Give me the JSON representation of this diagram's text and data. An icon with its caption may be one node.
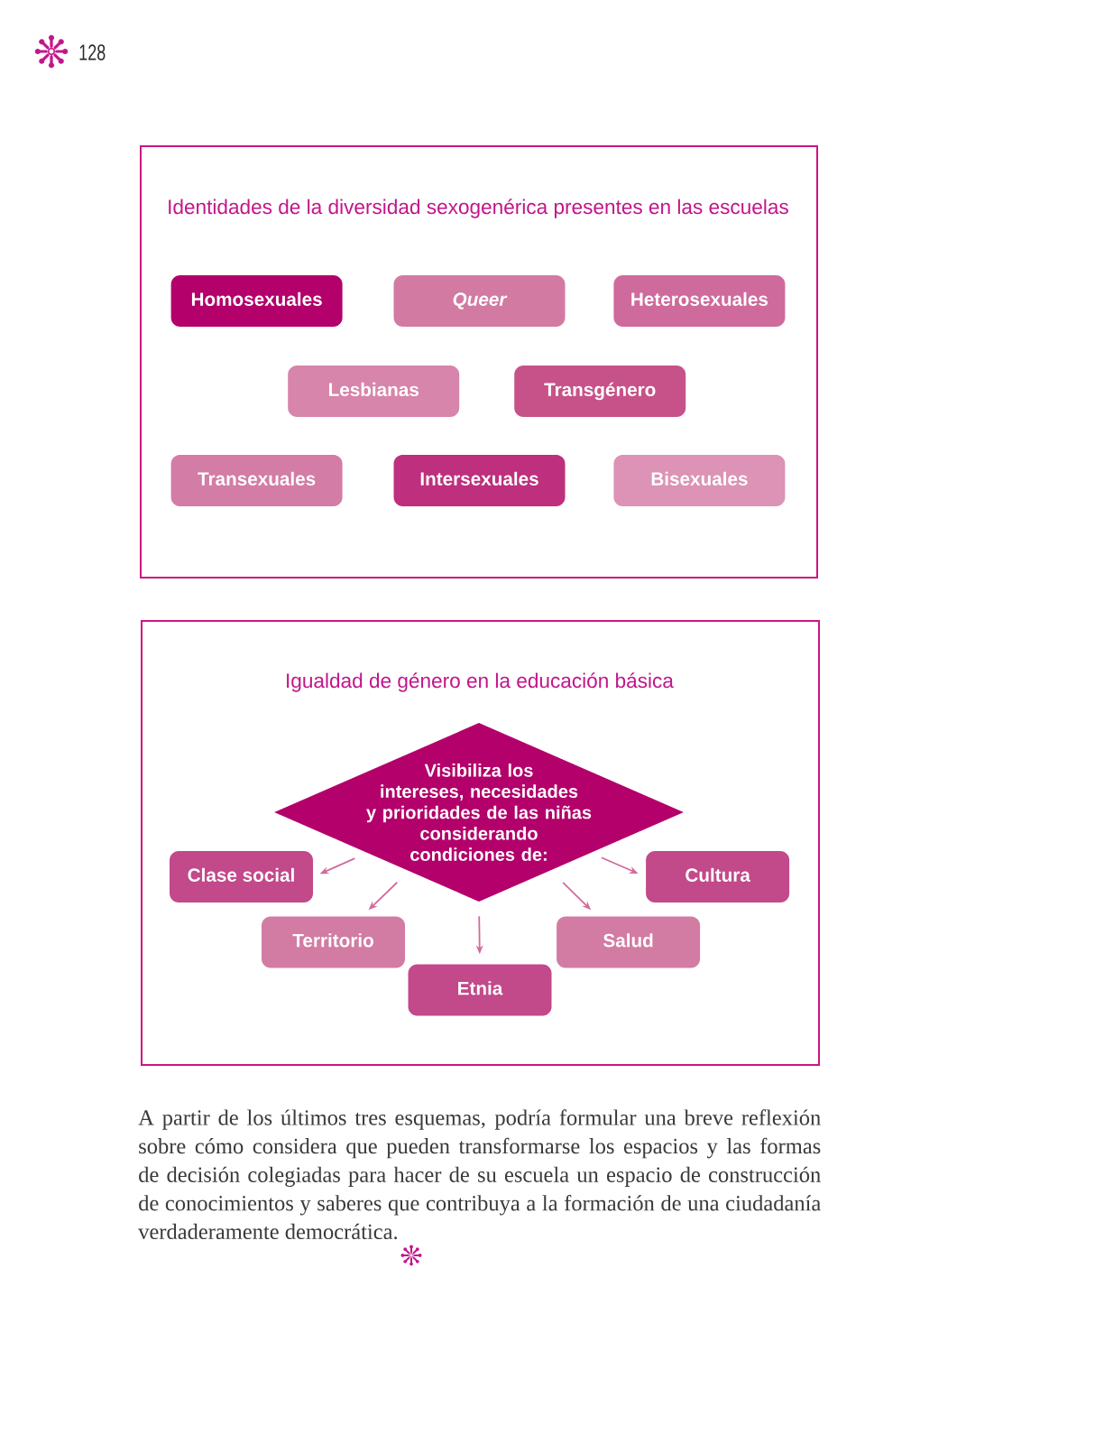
{
  "diagram": {
    "nodes": [
      {
        "text": [
          "Identidades de la diversidad sexogenérica presentes en las escuelas"
        ]
      },
      {
        "text": [
          "Homosexuales"
        ],
        "in": 0
      },
      {
        "text": [
          "Queer"
        ],
        "in": 0
      },
      {
        "text": [
          "Heterosexuales"
        ],
        "in": 0
      },
      {
        "text": [
          "Lesbianas"
        ],
        "in": 0
      },
      {
        "text": [
          "Transgénero"
        ],
        "in": 0
      },
      {
        "text": [
          "Transexuales"
        ],
        "in": 0
      },
      {
        "text": [
          "Intersexuales"
        ],
        "in": 0
      },
      {
        "text": [
          "Bisexuales"
        ],
        "in": 0
      },
      {
        "text": [
          "Igualdad de género en la educación básica"
        ]
      },
      {
        "text": [
          "Visibiliza los intereses, necesidades y prioridades de las niñas considerando condiciones de:"
        ],
        "in": 9
      },
      {
        "text": [
          "Clase social"
        ],
        "in": 9
      },
      {
        "text": [
          "Cultura"
        ],
        "in": 9
      },
      {
        "text": [
          "Territorio"
        ],
        "in": 9
      },
      {
        "text": [
          "Salud"
        ],
        "in": 9
      },
      {
        "text": [
          "Etnia"
        ],
        "in": 9
      }
    ],
    "edges": [
      {
        "from": 10,
        "to": 11,
        "arrow": "to"
      },
      {
        "from": 10,
        "to": 13,
        "arrow": "to"
      },
      {
        "from": 10,
        "to": 15,
        "arrow": "to"
      },
      {
        "from": 10,
        "to": 14,
        "arrow": "to"
      },
      {
        "from": 10,
        "to": 12,
        "arrow": "to"
      }
    ],
    "labels": [
      "128",
      "A partir de los últimos tres esquemas, podría formular una breve reflexión sobre cómo considera que pueden transformarse los espacios y las formas de decisión colegiadas para hacer de su escuela un espacio de construcción de conocimientos y saberes que contribuya a la formación de una ciudadanía verdaderamente democrática."
    ]
  }
}
